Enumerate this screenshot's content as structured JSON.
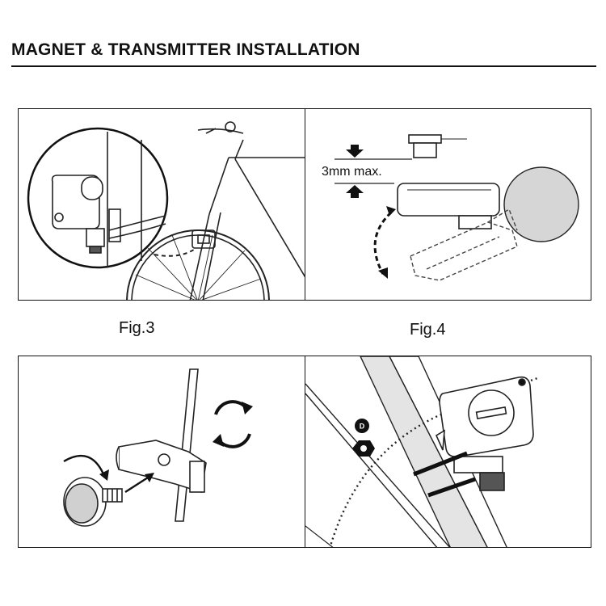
{
  "heading": "MAGNET & TRANSMITTER INSTALLATION",
  "figures": [
    {
      "caption": "Fig.3"
    },
    {
      "caption": "Fig.4",
      "dimension_label": "3mm max."
    },
    {
      "caption": ""
    },
    {
      "caption": "",
      "badge_letter": "D"
    }
  ],
  "colors": {
    "ink": "#111111",
    "sensor_gray": "#d6d6d6",
    "fork_gray": "#e4e4e4"
  }
}
